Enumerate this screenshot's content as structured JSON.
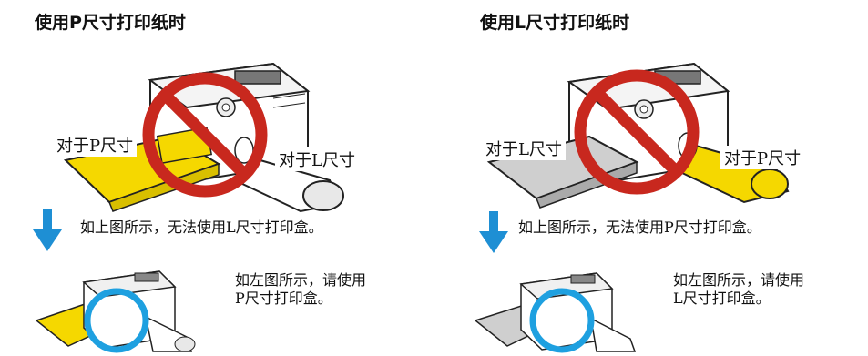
{
  "left_panel": {
    "heading": "使用P尺寸打印纸时",
    "paper_label": "对于P尺寸",
    "cartridge_label": "对于L尺寸",
    "notice": "如上图所示，无法使用L尺寸打印盒。",
    "advice_line1": "如左图所示，请使用",
    "advice_line2": "P尺寸打印盒。"
  },
  "right_panel": {
    "heading": "使用L尺寸打印纸时",
    "paper_label": "对于L尺寸",
    "cartridge_label": "对于P尺寸",
    "notice": "如上图所示，无法使用P尺寸打印盒。",
    "advice_line1": "如左图所示，请使用",
    "advice_line2": "L尺寸打印盒。"
  },
  "colors": {
    "prohibit_red": "#c8281e",
    "arrow_blue": "#1e8fd4",
    "circle_blue": "#1ea0e0",
    "yellow": "#f5d800",
    "gray_tray": "#cfcfcf"
  },
  "icons": [
    "no-entry-icon",
    "down-arrow-icon",
    "highlight-circle"
  ]
}
